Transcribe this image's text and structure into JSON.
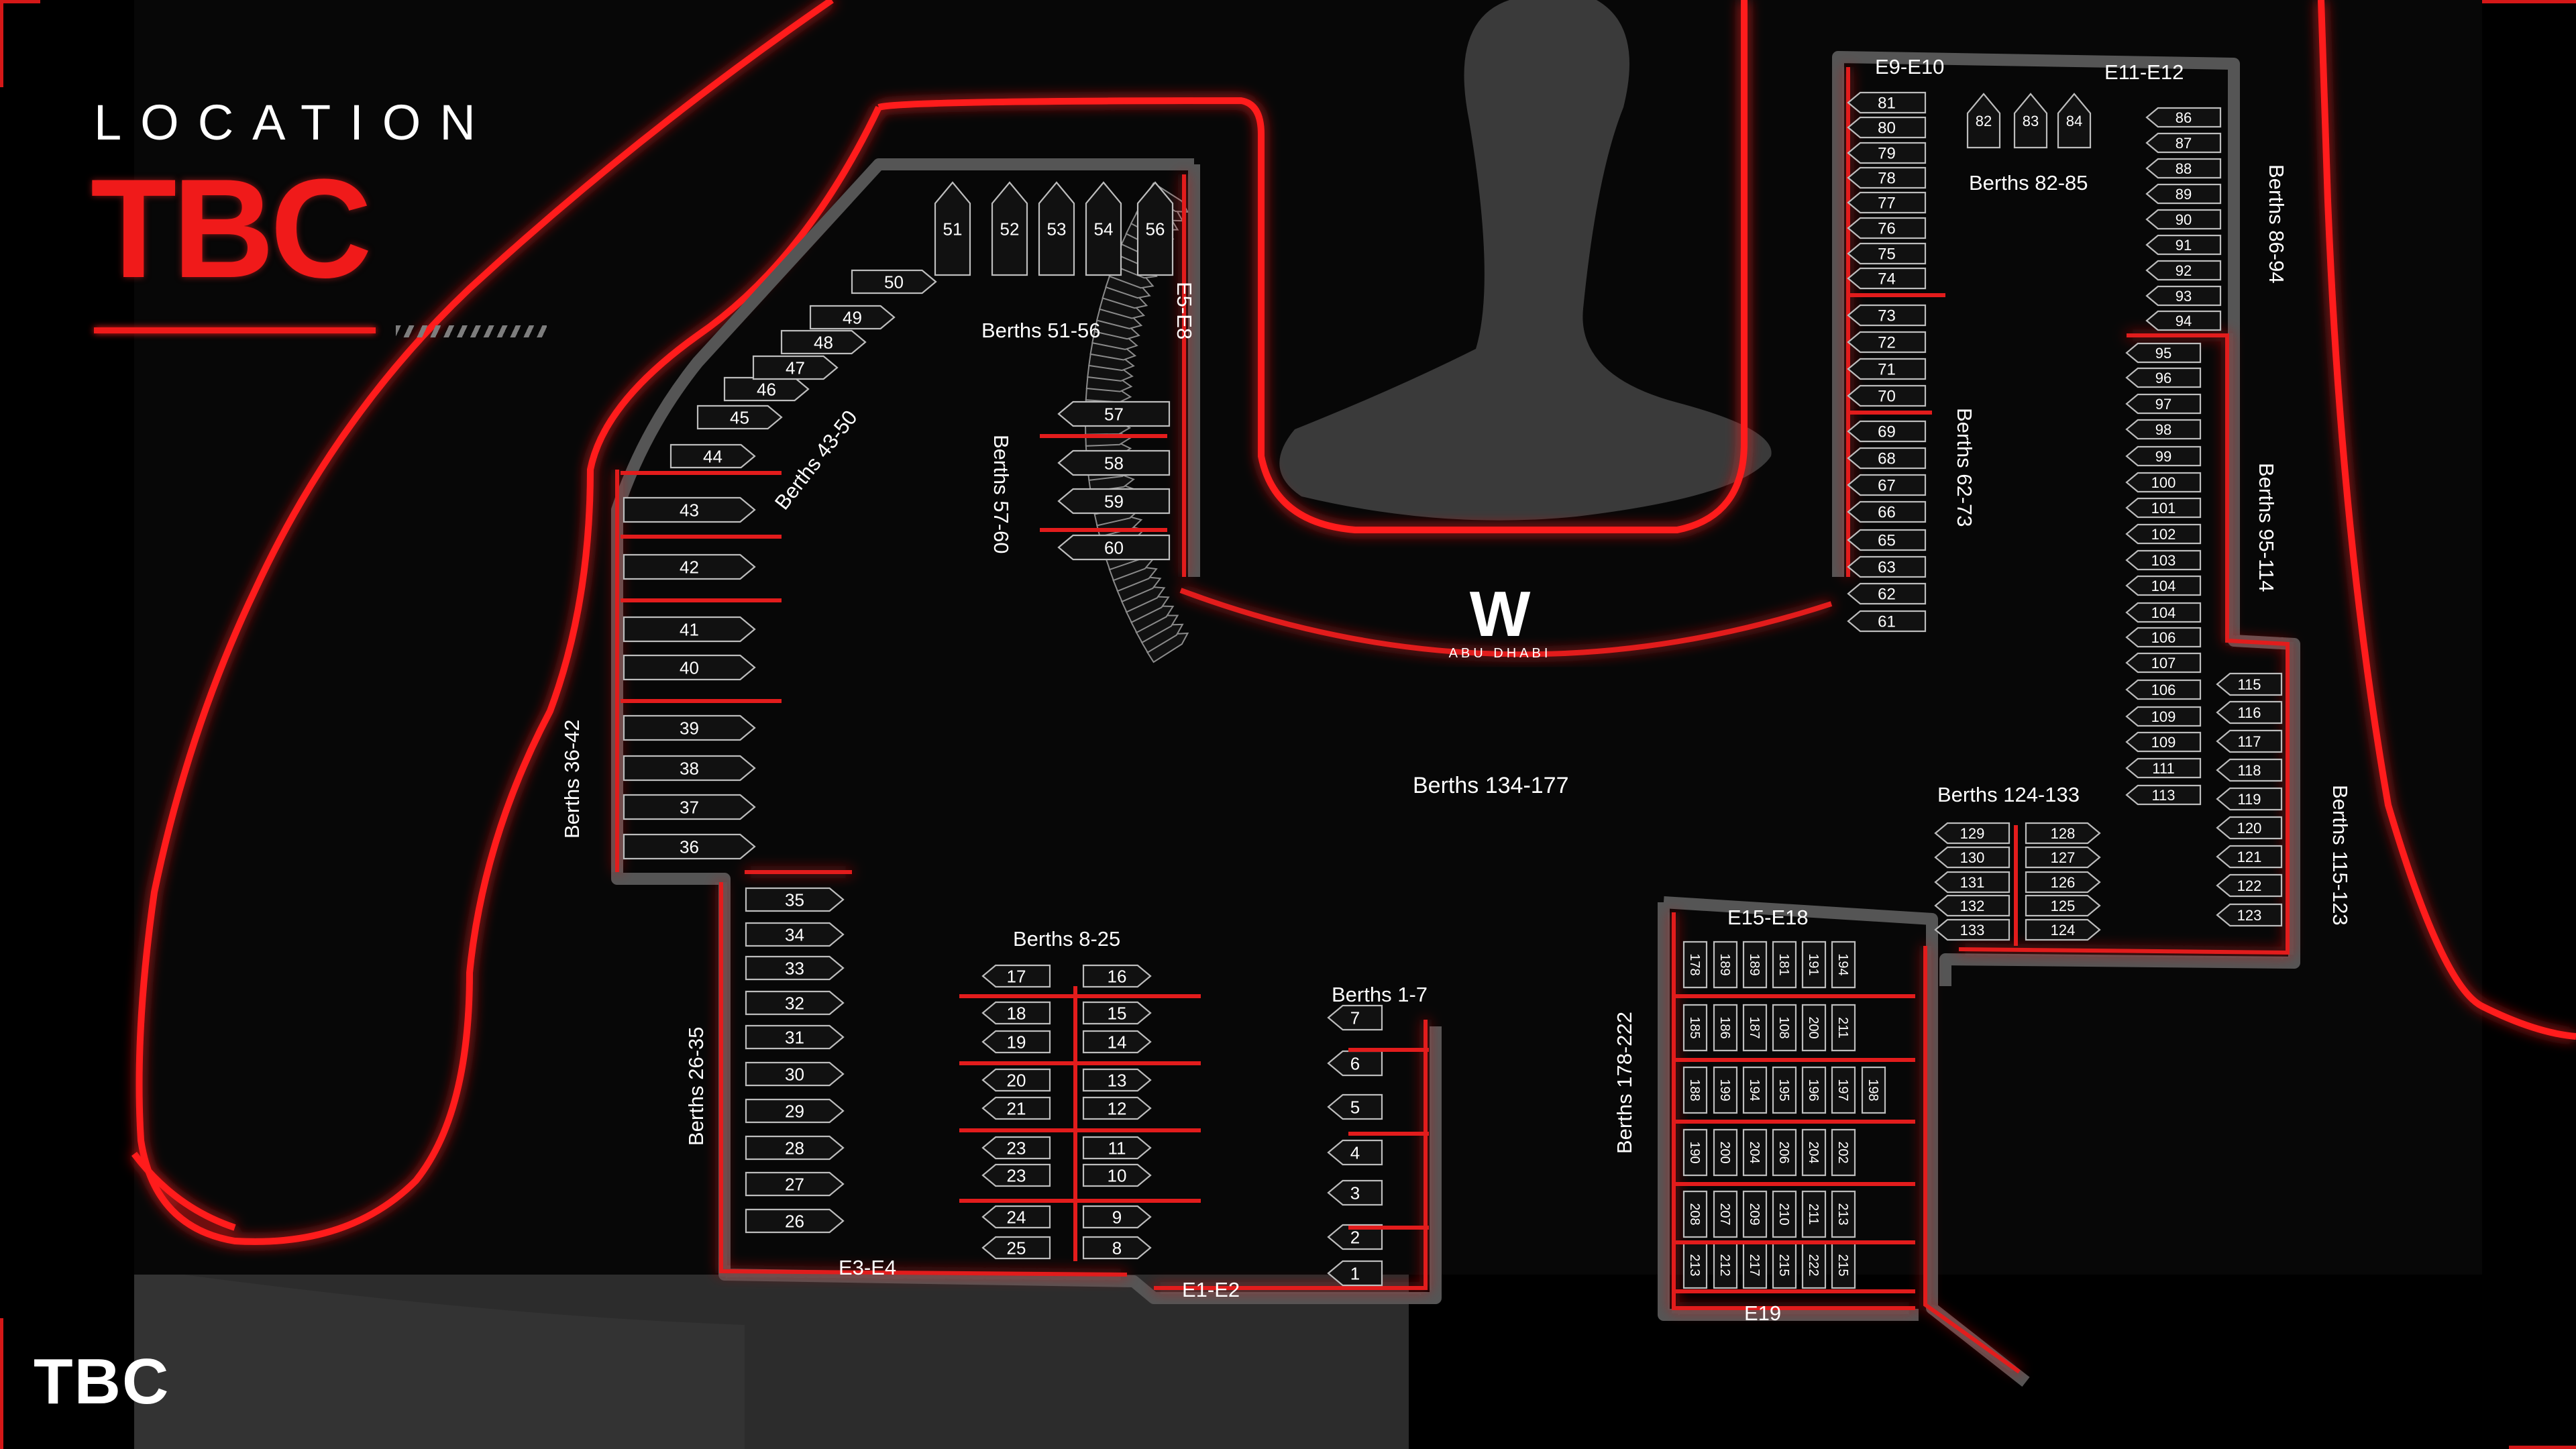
{
  "header": {
    "location_label": "LOCATION",
    "status_title": "TBC"
  },
  "footer": {
    "status_label": "TBC"
  },
  "colors": {
    "accent": "#f01a1a",
    "pier": "#1f1f1f",
    "pier_edge": "#4a4a4a",
    "background": "#000000",
    "land": "#2e2e2e"
  },
  "venue": {
    "logo_letter": "W",
    "logo_caption": "ABU DHABI"
  },
  "area_labels": {
    "berths_1_7": "Berths 1-7",
    "berths_8_25": "Berths 8-25",
    "berths_26_35": "Berths 26-35",
    "berths_36_42": "Berths 36-42",
    "berths_43_50": "Berths 43-50",
    "berths_51_56": "Berths 51-56",
    "berths_57_60": "Berths 57-60",
    "berths_62_73": "Berths 62-73",
    "berths_82_85": "Berths 82-85",
    "berths_86_94": "Berths 86-94",
    "berths_95_114": "Berths 95-114",
    "berths_115_123": "Berths 115-123",
    "berths_124_133": "Berths 124-133",
    "berths_134_177": "Berths 134-177",
    "berths_178_222": "Berths 178-222",
    "e1_e2": "E1-E2",
    "e3_e4": "E3-E4",
    "e5_e8": "E5-E8",
    "e9_e10": "E9-E10",
    "e11_e12": "E11-E12",
    "e15_e18": "E15-E18",
    "e19": "E19"
  },
  "berths": {
    "b1_7": [
      "7",
      "6",
      "5",
      "4",
      "3",
      "2",
      "1"
    ],
    "b8_25_left": [
      "17",
      "18",
      "19",
      "20",
      "21",
      "23",
      "23",
      "24",
      "25"
    ],
    "b8_25_right": [
      "16",
      "15",
      "14",
      "13",
      "12",
      "11",
      "10",
      "9",
      "8"
    ],
    "b26_35": [
      "35",
      "34",
      "33",
      "32",
      "31",
      "30",
      "29",
      "28",
      "27",
      "26"
    ],
    "b36_42": [
      "43",
      "42",
      "41",
      "40",
      "39",
      "38",
      "37",
      "36"
    ],
    "b43_50": [
      "44",
      "45",
      "46",
      "47",
      "48",
      "49",
      "50"
    ],
    "b51_56": [
      "51",
      "52",
      "53",
      "54",
      "56"
    ],
    "b57_60": [
      "57",
      "58",
      "59",
      "60"
    ],
    "b61_81": [
      "81",
      "80",
      "79",
      "78",
      "77",
      "76",
      "75",
      "74",
      "73",
      "72",
      "71",
      "70",
      "69",
      "68",
      "67",
      "66",
      "65",
      "63",
      "62",
      "61"
    ],
    "b82_84": [
      "82",
      "83",
      "84"
    ],
    "b86_94": [
      "86",
      "87",
      "88",
      "89",
      "90",
      "91",
      "92",
      "93",
      "94"
    ],
    "b95_113": [
      "95",
      "96",
      "97",
      "98",
      "99",
      "100",
      "101",
      "102",
      "103",
      "104",
      "104",
      "106",
      "107",
      "106",
      "109",
      "109",
      "111",
      "113"
    ],
    "b115_123": [
      "115",
      "116",
      "117",
      "118",
      "119",
      "120",
      "121",
      "122",
      "123"
    ],
    "b124_133_left": [
      "129",
      "130",
      "131",
      "132",
      "133"
    ],
    "b124_133_right": [
      "128",
      "127",
      "126",
      "125",
      "124"
    ],
    "b178_222_rows": [
      [
        "178",
        "189",
        "189",
        "181",
        "191",
        "194"
      ],
      [
        "185",
        "186",
        "187",
        "108",
        "200",
        "211"
      ],
      [
        "188",
        "199",
        "194",
        "195",
        "196",
        "197",
        "198"
      ],
      [
        "190",
        "200",
        "204",
        "206",
        "204",
        "202"
      ],
      [
        "208",
        "207",
        "209",
        "210",
        "211",
        "213"
      ],
      [
        "213",
        "212",
        "217",
        "215",
        "222",
        "215"
      ]
    ]
  }
}
